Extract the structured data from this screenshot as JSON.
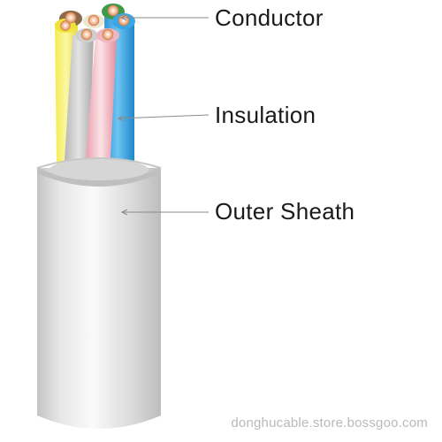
{
  "labels": {
    "conductor": "Conductor",
    "insulation": "Insulation",
    "outer_sheath": "Outer Sheath"
  },
  "watermark": "donghucable.store.bossgoo.com",
  "colors": {
    "yellow_core": "#f2e83a",
    "grey_core": "#c9c9c9",
    "pink_core": "#f2b8c2",
    "blue_core": "#3aa6e4",
    "green_core": "#3e9b4a",
    "brown_core": "#8a6a4a",
    "copper": "#e8a07a",
    "sheath": "#d9d9d9"
  }
}
